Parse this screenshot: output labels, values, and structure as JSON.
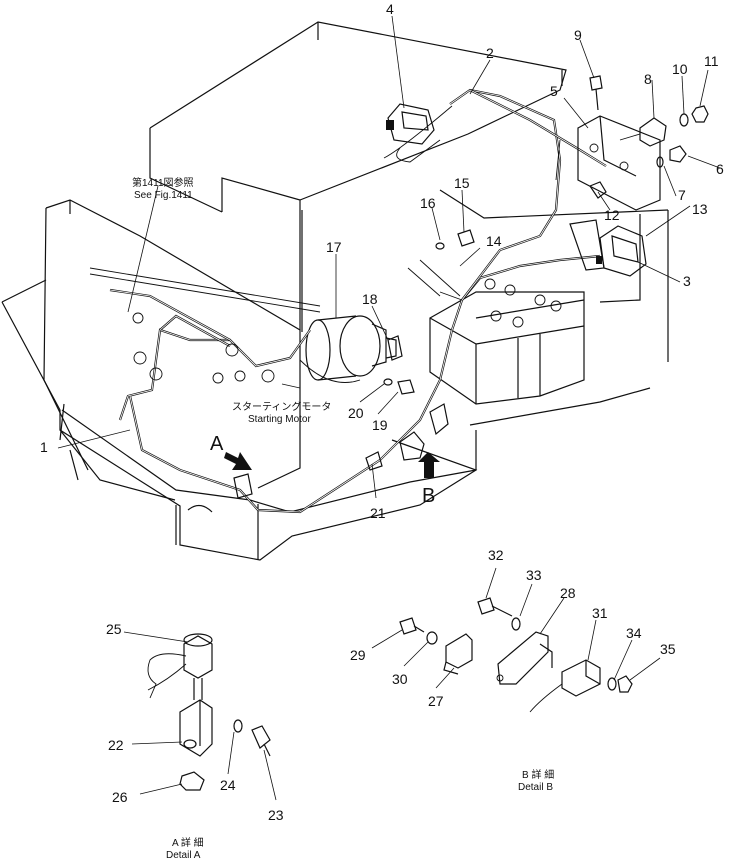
{
  "callouts": [
    "1",
    "2",
    "3",
    "4",
    "5",
    "6",
    "7",
    "8",
    "9",
    "10",
    "11",
    "12",
    "13",
    "14",
    "15",
    "16",
    "17",
    "18",
    "19",
    "20",
    "21",
    "22",
    "23",
    "24",
    "25",
    "26",
    "27",
    "28",
    "29",
    "30",
    "31",
    "32",
    "33",
    "34",
    "35"
  ],
  "view_markers": {
    "a": "A",
    "b": "B"
  },
  "labels": {
    "see_fig_jp": "第1411図参照",
    "see_fig_en": "See Fig.1411",
    "starting_motor_jp": "スターティングモータ",
    "starting_motor_en": "Starting Motor",
    "detail_b_jp": "B 詳 細",
    "detail_b_en": "Detail B",
    "detail_a_jp": "A 詳 細",
    "detail_a_en": "Detail A"
  },
  "icons": [
    "engine-hood-outline",
    "battery-icon",
    "starting-motor-icon",
    "lamp-icon",
    "switch-icon",
    "bracket-icon",
    "bolt-icon",
    "washer-icon",
    "nut-icon",
    "view-arrow-icon"
  ]
}
